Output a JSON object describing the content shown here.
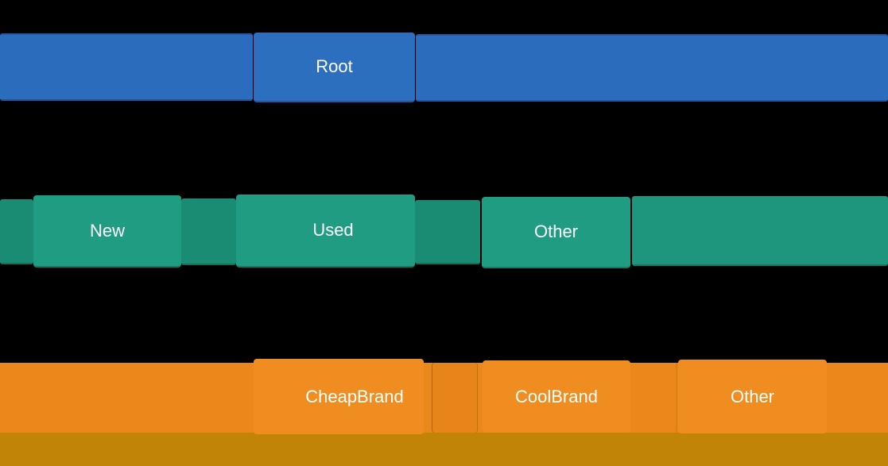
{
  "chart_data": {
    "type": "icicle",
    "title": "",
    "orientation": "vertical, root at top",
    "background": "#000000",
    "legend": "none",
    "axes": "none",
    "levels": [
      {
        "depth": 0,
        "color": "#2c6fbe",
        "nodes": [
          "Root"
        ]
      },
      {
        "depth": 1,
        "color": "#209c83",
        "spacer_color": "#1a8c74",
        "nodes": [
          "New",
          "Used",
          "Other"
        ]
      },
      {
        "depth": 2,
        "color": "#f08d21",
        "base_color": "#ea881c",
        "nodes": [
          "CheapBrand",
          "CoolBrand",
          "Other"
        ]
      },
      {
        "depth": 3,
        "color": "#c28406",
        "nodes": [],
        "note": "unlabeled row clipped at bottom edge of image"
      }
    ],
    "label_color": "#ffffff"
  },
  "palette": {
    "blue": "#2c6fbe",
    "teal": "#209c83",
    "teal_dark": "#1a8c74",
    "orange": "#f08d21",
    "orange_dark": "#ea881c",
    "goldenrod": "#c28406",
    "background": "#000000",
    "text": "#ffffff"
  }
}
